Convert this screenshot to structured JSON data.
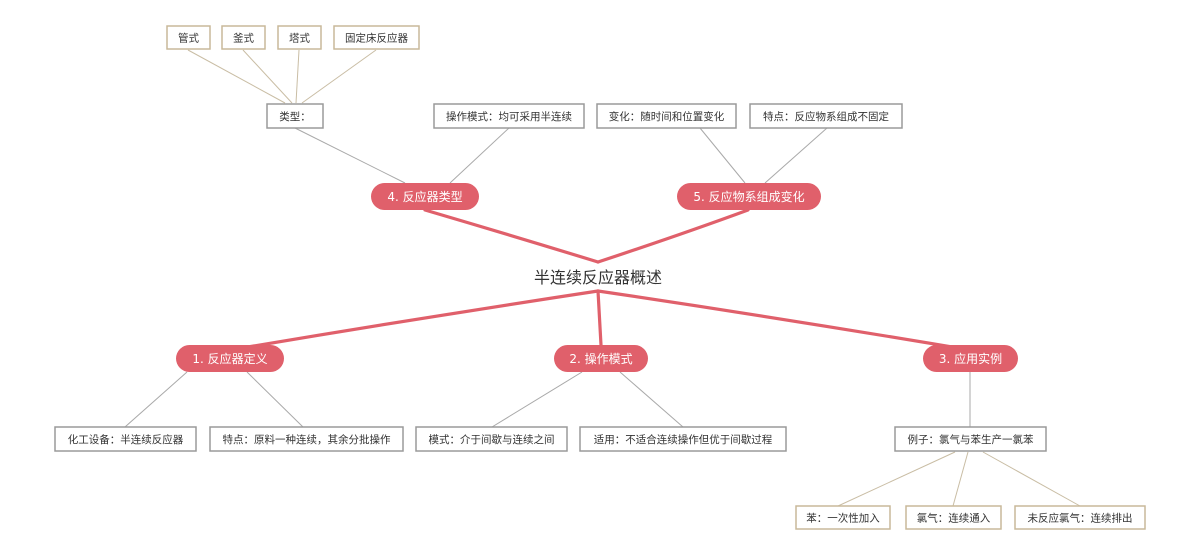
{
  "center": {
    "label": "半连续反应器概述"
  },
  "branches": [
    {
      "label": "1. 反应器定义",
      "children": [
        {
          "label": "化工设备：半连续反应器"
        },
        {
          "label": "特点：原料一种连续，其余分批操作"
        }
      ]
    },
    {
      "label": "2. 操作模式",
      "children": [
        {
          "label": "模式：介于间歇与连续之间"
        },
        {
          "label": "适用：不适合连续操作但优于间歇过程"
        }
      ]
    },
    {
      "label": "3. 应用实例",
      "children": [
        {
          "label": "例子：氯气与苯生产一氯苯",
          "children": [
            {
              "label": "苯：一次性加入"
            },
            {
              "label": "氯气：连续通入"
            },
            {
              "label": "未反应氯气：连续排出"
            }
          ]
        }
      ]
    },
    {
      "label": "4. 反应器类型",
      "children": [
        {
          "label": "类型：",
          "children": [
            {
              "label": "管式"
            },
            {
              "label": "釜式"
            },
            {
              "label": "塔式"
            },
            {
              "label": "固定床反应器"
            }
          ]
        },
        {
          "label": "操作模式：均可采用半连续"
        }
      ]
    },
    {
      "label": "5. 反应物系组成变化",
      "children": [
        {
          "label": "变化：随时间和位置变化"
        },
        {
          "label": "特点：反应物系组成不固定"
        }
      ]
    }
  ],
  "colors": {
    "branch_fill": "#e0606b",
    "branch_text": "#ffffff",
    "sub_border": "#9a9a9a",
    "leaf_border": "#c9b99a"
  }
}
